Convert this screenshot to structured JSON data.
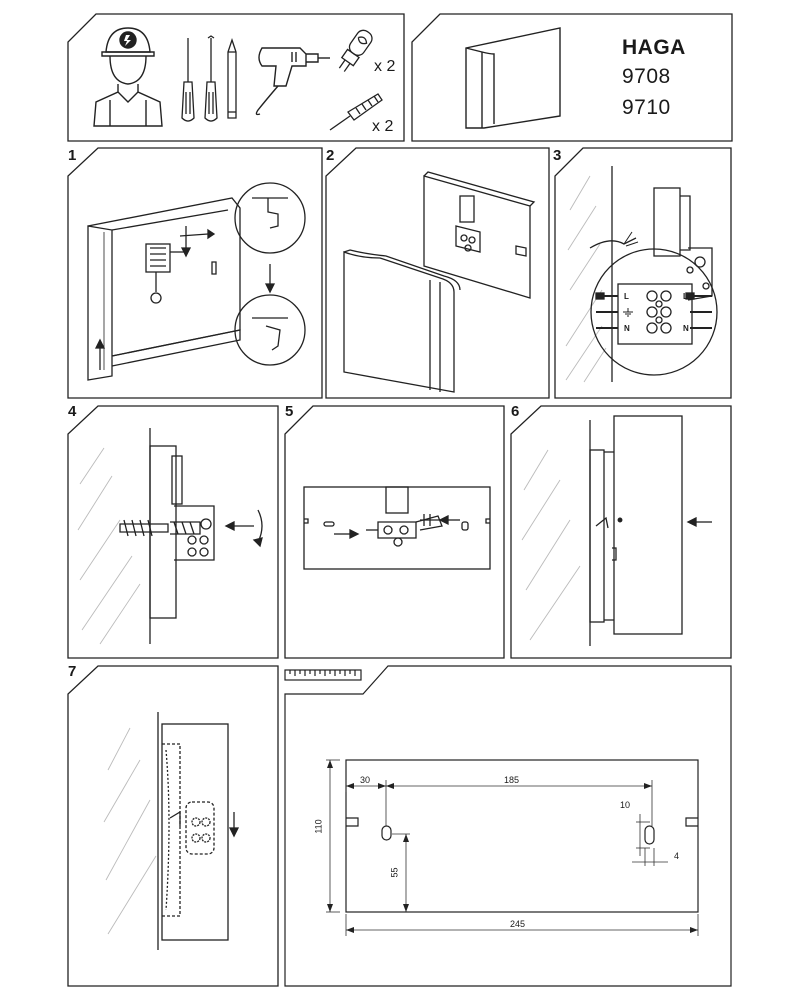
{
  "header": {
    "product_title": "HAGA",
    "product_codes": [
      "9708",
      "9710"
    ],
    "bulb_quantity": "x 2",
    "anchor_quantity": "x 2"
  },
  "tools": {
    "icons": [
      "electrician-icon",
      "flat-screwdriver-icon",
      "phillips-screwdriver-icon",
      "pencil-icon",
      "drill-icon",
      "halogen-bulb-icon",
      "wall-plug-screw-icon"
    ]
  },
  "steps": [
    {
      "number": "1"
    },
    {
      "number": "2"
    },
    {
      "number": "3",
      "terminals": [
        "L",
        "L",
        "N",
        "N"
      ]
    },
    {
      "number": "4"
    },
    {
      "number": "5"
    },
    {
      "number": "6"
    },
    {
      "number": "7"
    }
  ],
  "drawing": {
    "dimensions": {
      "height": "110",
      "left_offset": "30",
      "hole_spacing": "185",
      "slot_height": "10",
      "hole_height": "55",
      "slot_width": "4",
      "total_width": "245"
    }
  }
}
